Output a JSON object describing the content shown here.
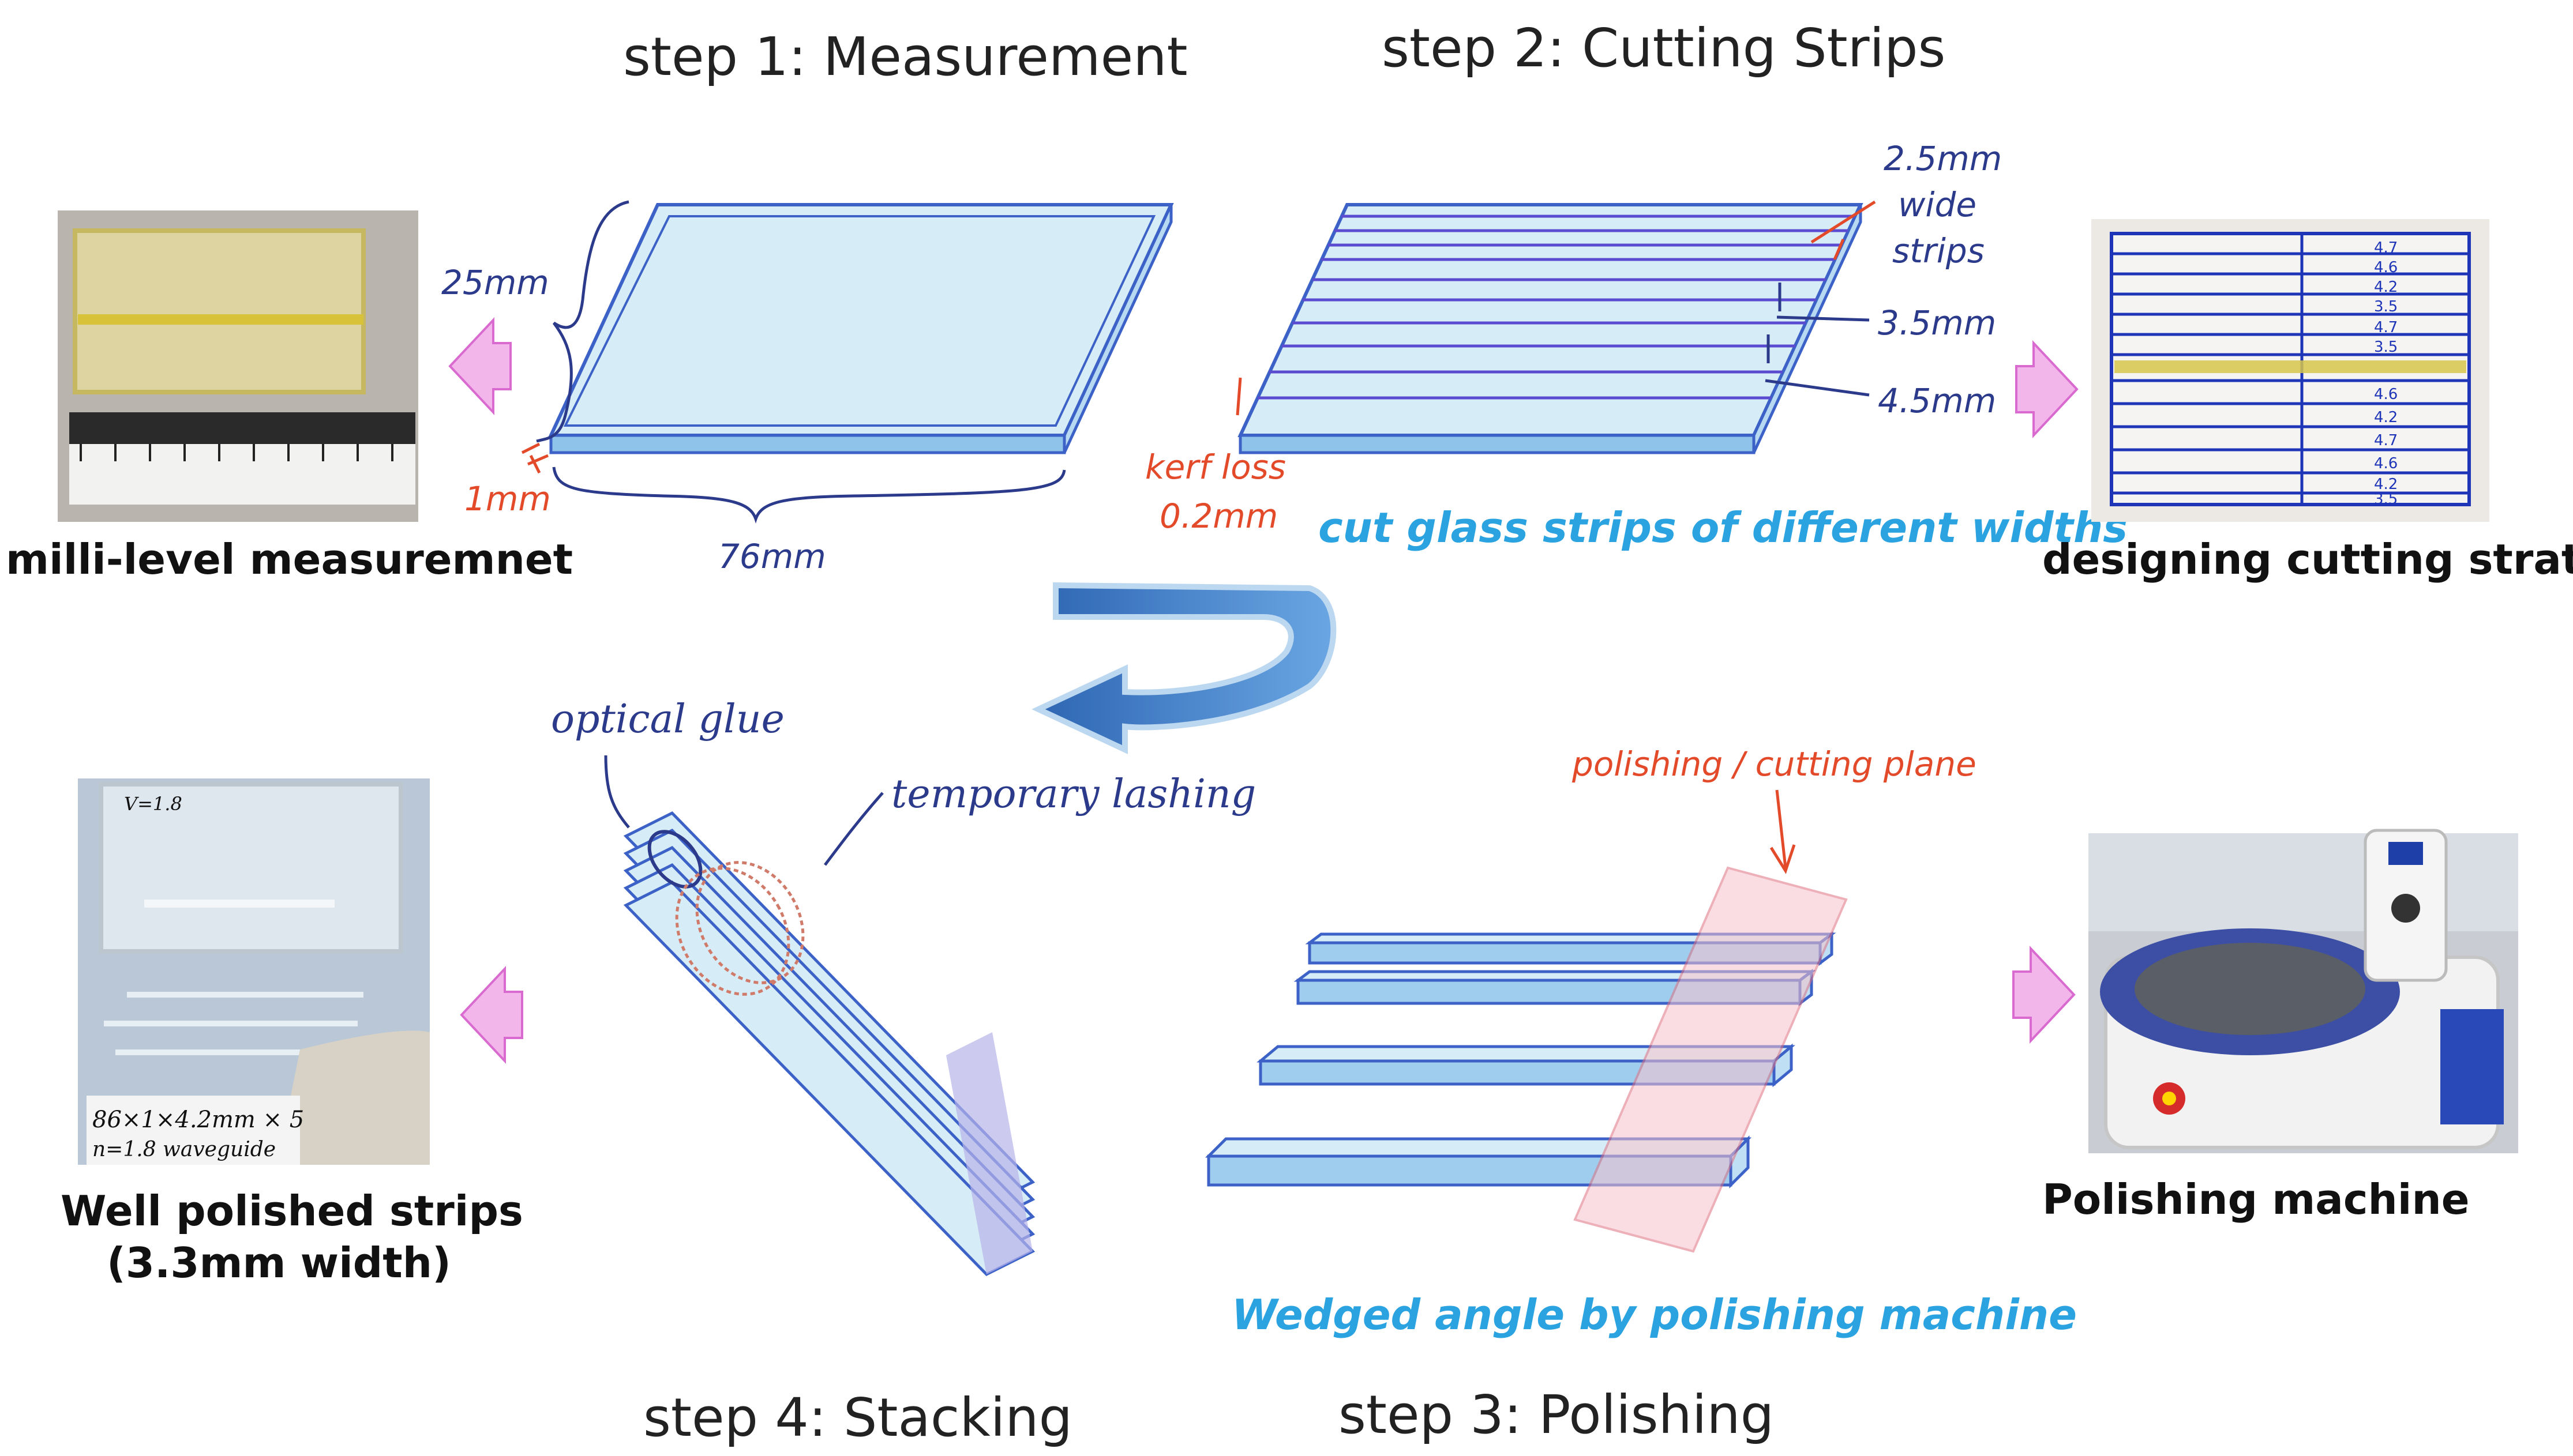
{
  "steps": {
    "step1": "step 1: Measurement",
    "step2": "step 2: Cutting Strips",
    "step3": "step 3: Polishing",
    "step4": "step 4: Stacking"
  },
  "captions": {
    "measure_photo": "milli-level measuremnet",
    "cutting_photo": "designing cutting strategy",
    "polished_photo_line1": "Well polished strips",
    "polished_photo_line2": "(3.3mm width)",
    "machine_photo": "Polishing machine"
  },
  "step1": {
    "height_label": "25mm",
    "thickness_label": "1mm",
    "length_label": "76mm"
  },
  "step2": {
    "w1_line1": "2.5mm",
    "w1_line2": "wide",
    "w1_line3": "strips",
    "w2": "3.5mm",
    "w3": "4.5mm",
    "kerf_line1": "kerf loss",
    "kerf_line2": "0.2mm",
    "subtitle": "cut glass strips of different widths"
  },
  "step3": {
    "plane_label": "polishing / cutting plane",
    "subtitle": "Wedged angle by polishing machine"
  },
  "step4": {
    "glue_label": "optical glue",
    "lashing_label": "temporary lashing"
  },
  "photo_text": {
    "cut_marks": [
      "4.7",
      "4.6",
      "4.2",
      "3.5",
      "4.7",
      "3.5",
      "4.6",
      "4.2",
      "4.7",
      "4.6",
      "4.2",
      "3.5"
    ],
    "label_line1": "V=1.8",
    "label_line2": "86×1×4.2mm × 5",
    "label_line3": "n=1.8 waveguide"
  },
  "colors": {
    "glass_fill": "#d6ecf6",
    "glass_edge": "#3c62c8",
    "arrow_pink": "#f2b6ea",
    "navy": "#2b3a8a",
    "accent_red": "#e34a2a",
    "accent_cyan": "#2ba3e0"
  }
}
